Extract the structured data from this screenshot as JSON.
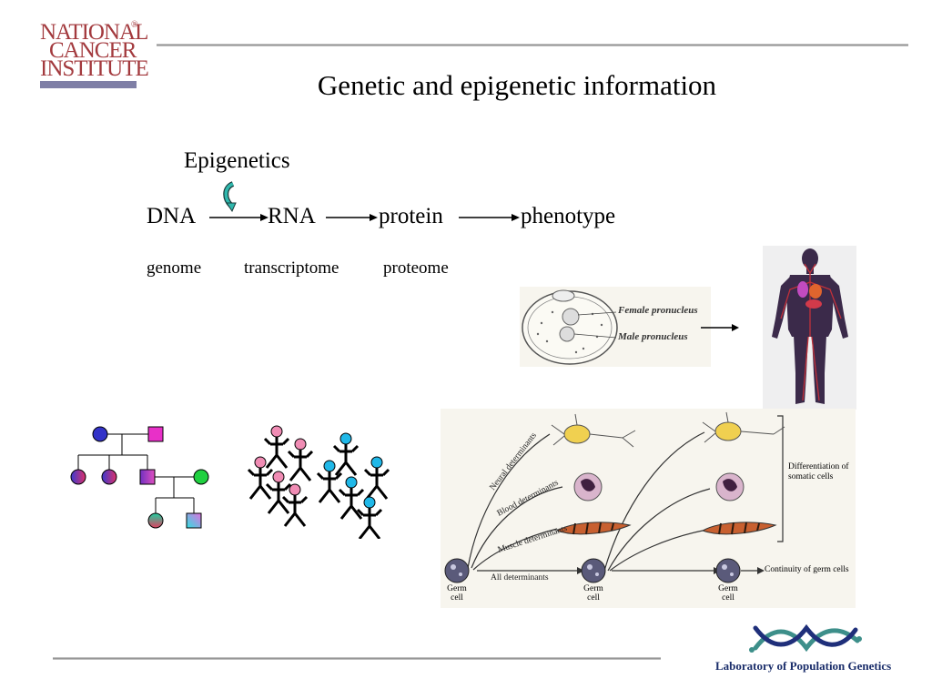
{
  "header": {
    "logo_lines": [
      "NATIONAL",
      "CANCER",
      "INSTITUTE"
    ],
    "logo_mark": "®",
    "title": "Genetic and epigenetic information"
  },
  "flow": {
    "epigenetics": "Epigenetics",
    "steps": [
      "DNA",
      "RNA",
      "protein",
      "phenotype"
    ],
    "omics": [
      "genome",
      "transcriptome",
      "proteome"
    ]
  },
  "zygote_labels": {
    "female": "Female pronucleus",
    "male": "Male pronucleus"
  },
  "germline_figure": {
    "determinants": [
      "Neural determinants",
      "Blood determinants",
      "Muscle determinants",
      "All determinants"
    ],
    "cells": [
      "Germ cell",
      "Germ cell",
      "Germ cell"
    ],
    "right_labels": [
      "Differentiation of somatic cells",
      "Continuity of germ cells"
    ]
  },
  "footer": {
    "lab_name": "Laboratory of Population Genetics"
  },
  "colors": {
    "nci_red": "#a33a3e",
    "nci_bar": "#7f7fa6",
    "lab_green": "#3d8f8a",
    "lab_blue": "#1f2f7a"
  }
}
